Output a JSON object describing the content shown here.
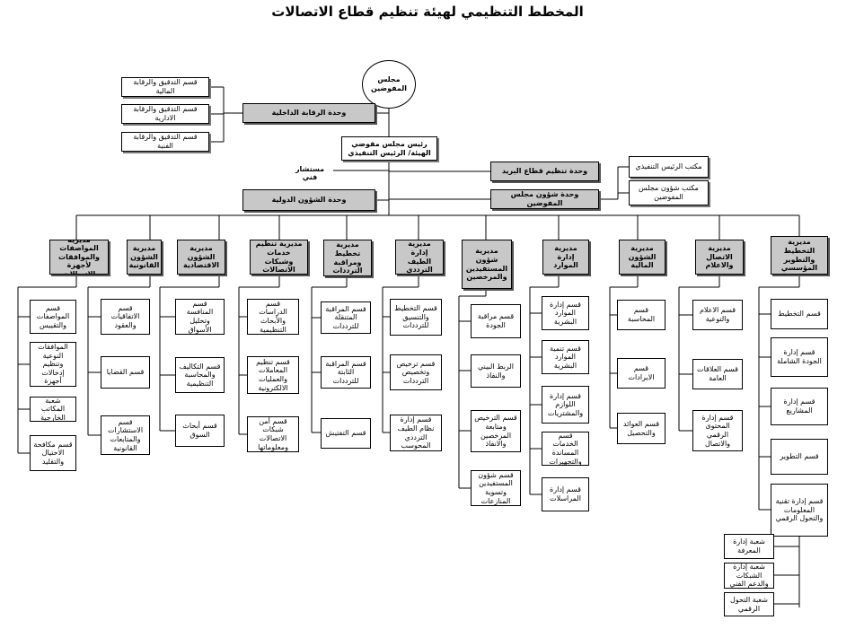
{
  "title": "المخطط التنظيمي لهيئة تنظيم قطاع الاتصالات",
  "top": {
    "board": "مجلس المفوضين",
    "chairman": "رئيس مجلس مفوضي الهيئة/ الرئيس التنفيذي",
    "internal_audit": "وحدة الرقابة الداخلية",
    "audit_sections": [
      "قسم التدقيق والرقابة المالية",
      "قسم التدقيق والرقابة الادارية",
      "قسم التدقيق والرقابة الفنية"
    ],
    "advisor": "مستشار فني",
    "postal_unit": "وحدة تنظيم قطاع البريد",
    "board_affairs_unit": "وحدة شؤون مجلس المفوضين",
    "ceo_office": "مكتب الرئيس التنفيذي",
    "board_affairs_office": "مكتب شؤون مجلس المفوضين",
    "international_unit": "وحدة الشؤون الدولية"
  },
  "directorates": [
    {
      "name": "مديرية التخطيط والتطوير المؤسسي",
      "sections": [
        "قسم التخطيط",
        "قسم إدارة الجودة الشاملة",
        "قسم إدارة المشاريع",
        "قسم التطوير",
        "قسم إدارة تقنية المعلومات والتحول الرقمي"
      ]
    },
    {
      "name": "مديرية الاتصال والاعلام",
      "sections": [
        "قسم الاعلام والتوعية",
        "قسم العلاقات العامة",
        "قسم إدارة المحتوى الرقمي والاتصال"
      ]
    },
    {
      "name": "مديرية الشؤون المالية",
      "sections": [
        "قسم المحاسبة",
        "قسم الايرادات",
        "قسم العوائد والتحصيل"
      ]
    },
    {
      "name": "مديرية إدارة الموارد",
      "sections": [
        "قسم إدارة الموارد البشرية",
        "قسم تنمية الموارد البشرية",
        "قسم إدارة اللوازم والمشتريات",
        "قسم الخدمات المساندة والتجهيزات",
        "قسم إدارة المراسلات"
      ]
    },
    {
      "name": "مديرية شؤون المستفيدين والمرخصين",
      "sections": [
        "قسم مراقبة الجودة",
        "الربط البيني والنفاذ",
        "قسم الترخيص ومتابعة المرخصين والانفاذ",
        "قسم شؤون المستفيدين وتسوية المنازعات"
      ]
    },
    {
      "name": "مديرية إدارة الطيف الترددي",
      "sections": [
        "قسم التخطيط والتنسيق للترددات",
        "قسم ترخيص وتخصيص الترددات",
        "قسم إدارة نظام الطيف الترددي المحوسب"
      ]
    },
    {
      "name": "مديرية تخطيط ومراقبة الترددات",
      "sections": [
        "قسم المراقبة المتنقلة للترددات",
        "قسم المراقبة الثابتة للترددات",
        "قسم التفتيش"
      ]
    },
    {
      "name": "مديرية تنظيم خدمات وشبكات الاتصالات",
      "sections": [
        "قسم الدراسات والأبحاث التنظيمية",
        "قسم تنظيم المعاملات والعمليات الالكترونية",
        "قسم أمن شبكات الاتصالات ومعلوماتها"
      ]
    },
    {
      "name": "مديرية الشؤون الاقتصادية",
      "sections": [
        "قسم المنافسة وتحليل الأسواق",
        "قسم التكاليف والمحاسبة التنظيمية",
        "قسم أبحاث السوق"
      ]
    },
    {
      "name": "مديرية الشؤون القانونية",
      "sections": [
        "قسم الاتفاقيات والعقود",
        "قسم القضايا",
        "قسم الاستشارات والمتابعات القانونية"
      ]
    },
    {
      "name": "مديرية المواصفات والموافقات لأجهزة الاتصالات",
      "sections": [
        "قسم المواصفات والتقييس",
        "قسم الموافقات النوعية وتنظيم إدخالات أجهزة الاتصالات",
        "شعبة المكاتب الخارجية",
        "قسم مكافحة الاحتيال والتقليد"
      ]
    }
  ],
  "it_branches": [
    "شعبة إدارة المعرفة",
    "شعبة إدارة الشبكات والدعم الفني",
    "شعبة التحول الرقمي"
  ]
}
